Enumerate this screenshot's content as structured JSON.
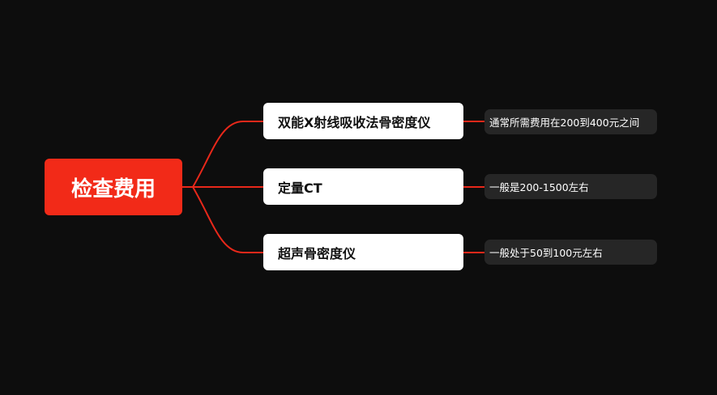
{
  "colors": {
    "background": "#0d0d0d",
    "root": "#f22a18",
    "connector": "#e8281a",
    "mid": "#ffffff",
    "leaf": "#262626"
  },
  "root": {
    "label": "检查费用"
  },
  "branches": [
    {
      "label": "双能X射线吸收法骨密度仪",
      "detail": "通常所需费用在200到400元之间"
    },
    {
      "label": "定量CT",
      "detail": "一般是200-1500左右"
    },
    {
      "label": "超声骨密度仪",
      "detail": "一般处于50到100元左右"
    }
  ]
}
